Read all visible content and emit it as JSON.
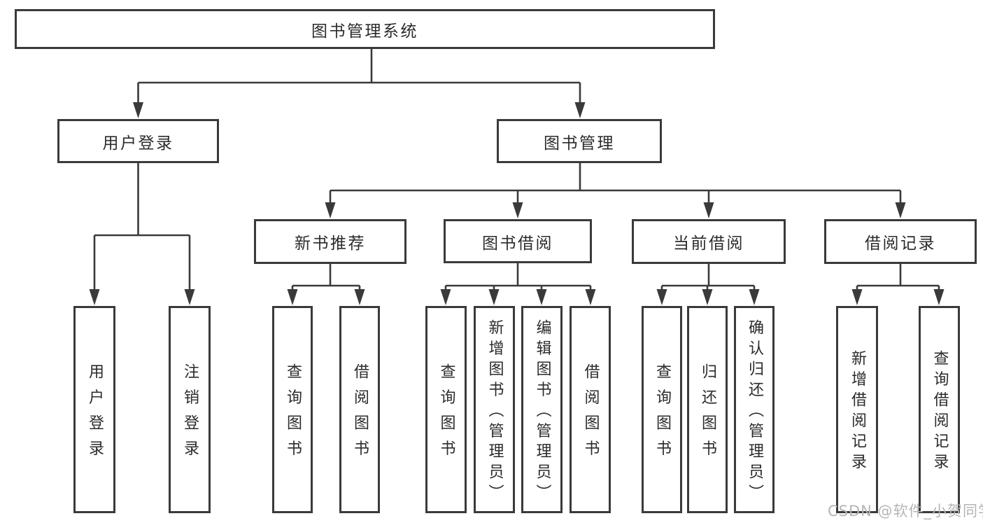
{
  "root": {
    "label": "图书管理系统",
    "children": [
      {
        "label": "用户登录",
        "children": [
          {
            "label": "用户登录"
          },
          {
            "label": "注销登录"
          }
        ]
      },
      {
        "label": "图书管理",
        "children": [
          {
            "label": "新书推荐",
            "children": [
              {
                "label": "查询图书"
              },
              {
                "label": "借阅图书"
              }
            ]
          },
          {
            "label": "图书借阅",
            "children": [
              {
                "label": "查询图书"
              },
              {
                "label": "新增图书（管理员）"
              },
              {
                "label": "编辑图书（管理员）"
              },
              {
                "label": "借阅图书"
              }
            ]
          },
          {
            "label": "当前借阅",
            "children": [
              {
                "label": "查询图书"
              },
              {
                "label": "归还图书"
              },
              {
                "label": "确认归还（管理员）"
              }
            ]
          },
          {
            "label": "借阅记录",
            "children": [
              {
                "label": "新增借阅记录"
              },
              {
                "label": "查询借阅记录"
              }
            ]
          }
        ]
      }
    ]
  },
  "watermark": {
    "text": "CSDN @软件_小贺同学"
  },
  "colors": {
    "line": "#3a3a3a",
    "box_border": "#3a3a3a",
    "text": "#2b2b2b",
    "watermark": "#b5b5b5",
    "background": "#ffffff"
  }
}
